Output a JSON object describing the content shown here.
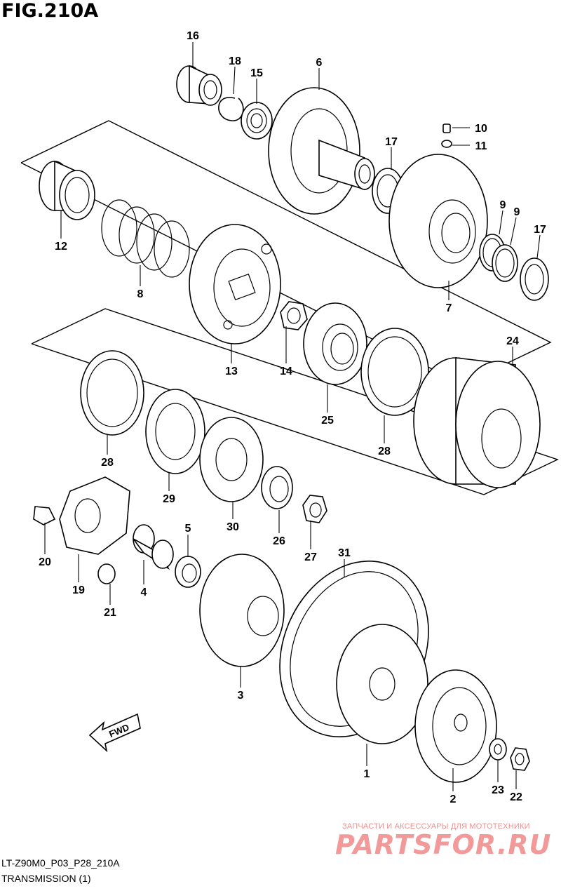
{
  "figure": {
    "title": "FIG.210A",
    "code": "LT-Z90M0_P03_P28_210A",
    "name": "TRANSMISSION (1)"
  },
  "watermark": {
    "tagline": "ЗАПЧАСТИ И АКСЕССУАРЫ ДЛЯ МОТОТЕХНИКИ",
    "brand": "PARTSFOR.RU"
  },
  "direction_arrow": {
    "label": "FWD"
  },
  "callouts": [
    {
      "id": "c16",
      "label": "16"
    },
    {
      "id": "c18",
      "label": "18"
    },
    {
      "id": "c15",
      "label": "15"
    },
    {
      "id": "c6",
      "label": "6"
    },
    {
      "id": "c10",
      "label": "10"
    },
    {
      "id": "c11",
      "label": "11"
    },
    {
      "id": "c17a",
      "label": "17"
    },
    {
      "id": "c12",
      "label": "12"
    },
    {
      "id": "c8",
      "label": "8"
    },
    {
      "id": "c9a",
      "label": "9"
    },
    {
      "id": "c9b",
      "label": "9"
    },
    {
      "id": "c17b",
      "label": "17"
    },
    {
      "id": "c7",
      "label": "7"
    },
    {
      "id": "c13",
      "label": "13"
    },
    {
      "id": "c14",
      "label": "14"
    },
    {
      "id": "c25",
      "label": "25"
    },
    {
      "id": "c24",
      "label": "24"
    },
    {
      "id": "c28a",
      "label": "28"
    },
    {
      "id": "c28b",
      "label": "28"
    },
    {
      "id": "c29",
      "label": "29"
    },
    {
      "id": "c30",
      "label": "30"
    },
    {
      "id": "c5",
      "label": "5"
    },
    {
      "id": "c26",
      "label": "26"
    },
    {
      "id": "c27",
      "label": "27"
    },
    {
      "id": "c31",
      "label": "31"
    },
    {
      "id": "c20",
      "label": "20"
    },
    {
      "id": "c19",
      "label": "19"
    },
    {
      "id": "c4",
      "label": "4"
    },
    {
      "id": "c21",
      "label": "21"
    },
    {
      "id": "c3",
      "label": "3"
    },
    {
      "id": "c1",
      "label": "1"
    },
    {
      "id": "c2",
      "label": "2"
    },
    {
      "id": "c23",
      "label": "23"
    },
    {
      "id": "c22",
      "label": "22"
    }
  ]
}
